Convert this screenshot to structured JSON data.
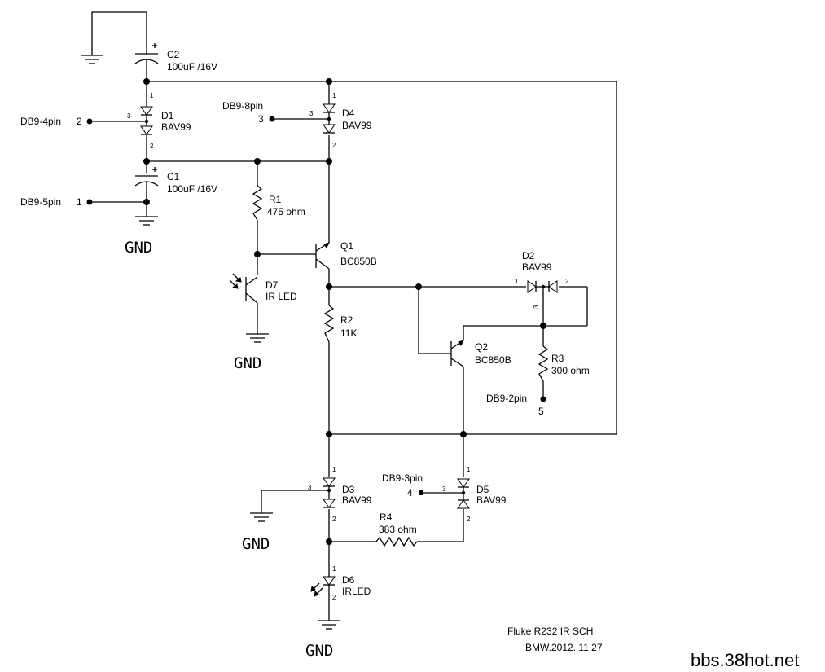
{
  "components": {
    "c2": {
      "ref": "C2",
      "value": "100uF /16V"
    },
    "c1": {
      "ref": "C1",
      "value": "100uF /16V"
    },
    "d1": {
      "ref": "D1",
      "value": "BAV99"
    },
    "d4": {
      "ref": "D4",
      "value": "BAV99"
    },
    "d2": {
      "ref": "D2",
      "value": "BAV99"
    },
    "d3": {
      "ref": "D3",
      "value": "BAV99"
    },
    "d5": {
      "ref": "D5",
      "value": "BAV99"
    },
    "d6": {
      "ref": "D6",
      "value": "IRLED"
    },
    "d7": {
      "ref": "D7",
      "value": "IR LED"
    },
    "r1": {
      "ref": "R1",
      "value": "475  ohm"
    },
    "r2": {
      "ref": "R2",
      "value": "11K"
    },
    "r3": {
      "ref": "R3",
      "value": "300 ohm"
    },
    "r4": {
      "ref": "R4",
      "value": "383  ohm"
    },
    "q1": {
      "ref": "Q1",
      "value": "BC850B"
    },
    "q2": {
      "ref": "Q2",
      "value": "BC850B"
    }
  },
  "connectors": {
    "db9_4": {
      "name": "DB9-4pin",
      "pin": "2"
    },
    "db9_8": {
      "name": "DB9-8pin",
      "pin": "3"
    },
    "db9_5": {
      "name": "DB9-5pin",
      "pin": "1"
    },
    "db9_2": {
      "name": "DB9-2pin",
      "pin": "5"
    },
    "db9_3": {
      "name": "DB9-3pin",
      "pin": "4"
    }
  },
  "pins": {
    "d1_1": "1",
    "d1_3": "3",
    "d1_2": "2",
    "d4_1": "1",
    "d4_3": "3",
    "d4_2": "2",
    "d2_1": "1",
    "d2_2": "2",
    "d2_3": "3",
    "d3_1": "1",
    "d3_3": "3",
    "d3_2": "2",
    "d5_1": "1",
    "d5_3": "3",
    "d5_2": "2",
    "d6_1": "1",
    "d6_2": "2"
  },
  "gnd_labels": [
    "GND",
    "GND",
    "GND",
    "GND"
  ],
  "title_block": {
    "title": "Fluke R232 IR  SCH",
    "author_date": "BMW.2012. 11.27"
  },
  "watermark": {
    "text": "bbs.38hot.net",
    "color": "#f0a020"
  }
}
